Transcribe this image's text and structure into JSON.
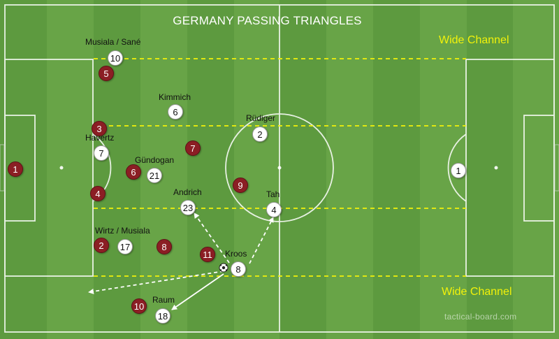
{
  "title": "GERMANY PASSING TRIANGLES",
  "watermark": "tactical-board.com",
  "channels": {
    "top": "Wide Channel",
    "bottom": "Wide Channel"
  },
  "colors": {
    "pitch_dark": "#5d9a3f",
    "pitch_light": "#68a447",
    "lines": "#ffffff",
    "channel_lines": "#f2f20a",
    "red_team": "#8b1e24",
    "white_team": "#ffffff"
  },
  "labels": {
    "musiala_sane": "Musiala / Sané",
    "kimmich": "Kimmich",
    "rudiger": "Rüdiger",
    "havertz": "Havertz",
    "gundogan": "Gündogan",
    "andrich": "Andrich",
    "tah": "Tah",
    "wirtz_musiala": "Wirtz / Musiala",
    "kroos": "Kroos",
    "raum": "Raum"
  },
  "red_players": [
    "1",
    "5",
    "3",
    "4",
    "6",
    "7",
    "9",
    "2",
    "8",
    "11",
    "10"
  ],
  "white_players": [
    "10",
    "6",
    "2",
    "7",
    "21",
    "23",
    "4",
    "17",
    "8",
    "18",
    "1"
  ],
  "ball_icon": "soccer-ball-icon"
}
